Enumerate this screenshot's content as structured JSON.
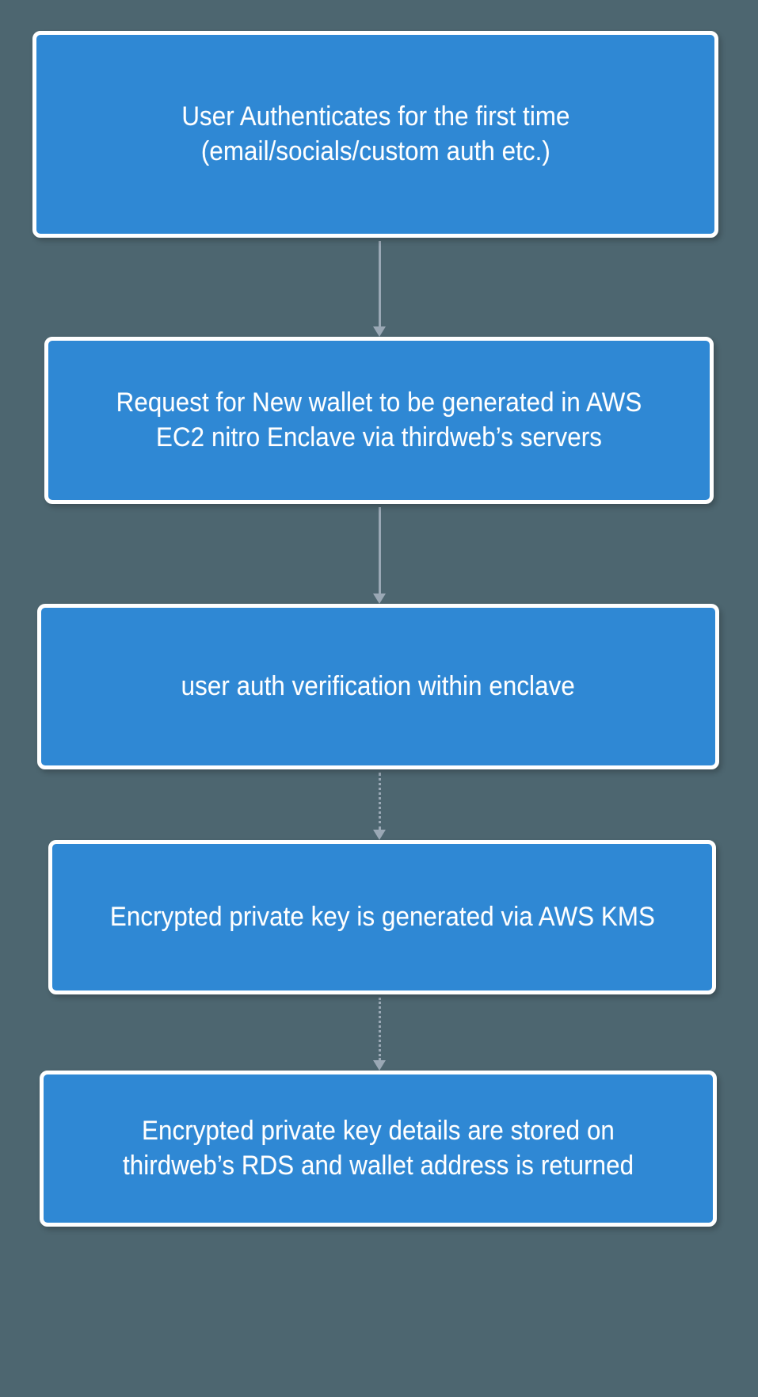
{
  "diagram": {
    "title": "thirdweb enclave wallet creation flow",
    "background_color": "#4d6670",
    "node_fill_color": "#2f88d4",
    "node_border_color": "#ffffff",
    "node_text_color": "#ffffff",
    "edge_color": "#9aa8b5",
    "orientation": "top-to-bottom"
  },
  "nodes": [
    {
      "id": "node-0",
      "label": "User Authenticates for the first time\n(email/socials/custom auth etc.)",
      "shape": "rounded-rectangle"
    },
    {
      "id": "node-1",
      "label": "Request for New wallet to be generated in AWS EC2 nitro Enclave via thirdweb’s servers",
      "shape": "rounded-rectangle"
    },
    {
      "id": "node-2",
      "label": "user auth verification within enclave",
      "shape": "rounded-rectangle"
    },
    {
      "id": "node-3",
      "label": "Encrypted private key is generated via AWS KMS",
      "shape": "rounded-rectangle"
    },
    {
      "id": "node-4",
      "label": "Encrypted private key details are stored on thirdweb’s RDS and wallet address is returned",
      "shape": "rounded-rectangle"
    }
  ],
  "edges": [
    {
      "id": "edge-0",
      "from": "node-0",
      "to": "node-1",
      "style": "solid",
      "arrow": "triangle-down",
      "label": ""
    },
    {
      "id": "edge-1",
      "from": "node-1",
      "to": "node-2",
      "style": "solid",
      "arrow": "triangle-down",
      "label": ""
    },
    {
      "id": "edge-2",
      "from": "node-2",
      "to": "node-3",
      "style": "dotted",
      "arrow": "triangle-down",
      "label": ""
    },
    {
      "id": "edge-3",
      "from": "node-3",
      "to": "node-4",
      "style": "dotted",
      "arrow": "triangle-down",
      "label": ""
    }
  ]
}
